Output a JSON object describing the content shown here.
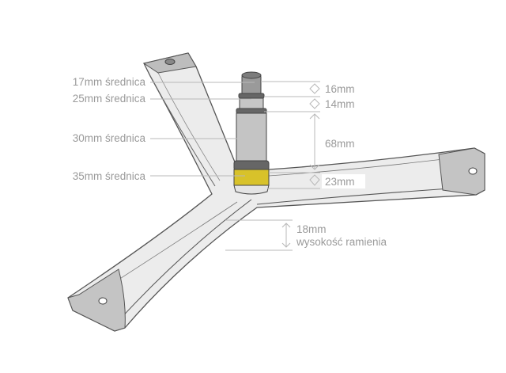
{
  "labels": {
    "d17": "17mm średnica",
    "d25": "25mm średnica",
    "d30": "30mm średnica",
    "d35": "35mm średnica"
  },
  "dimensions": {
    "h16": "16mm",
    "h14": "14mm",
    "h68": "68mm",
    "h23": "23mm",
    "arm_height": "18mm",
    "arm_height_caption": "wysokość ramienia"
  },
  "colors": {
    "bearing_ring": "#d8c22a",
    "spider_body": "#ececec",
    "outline": "#555555"
  }
}
